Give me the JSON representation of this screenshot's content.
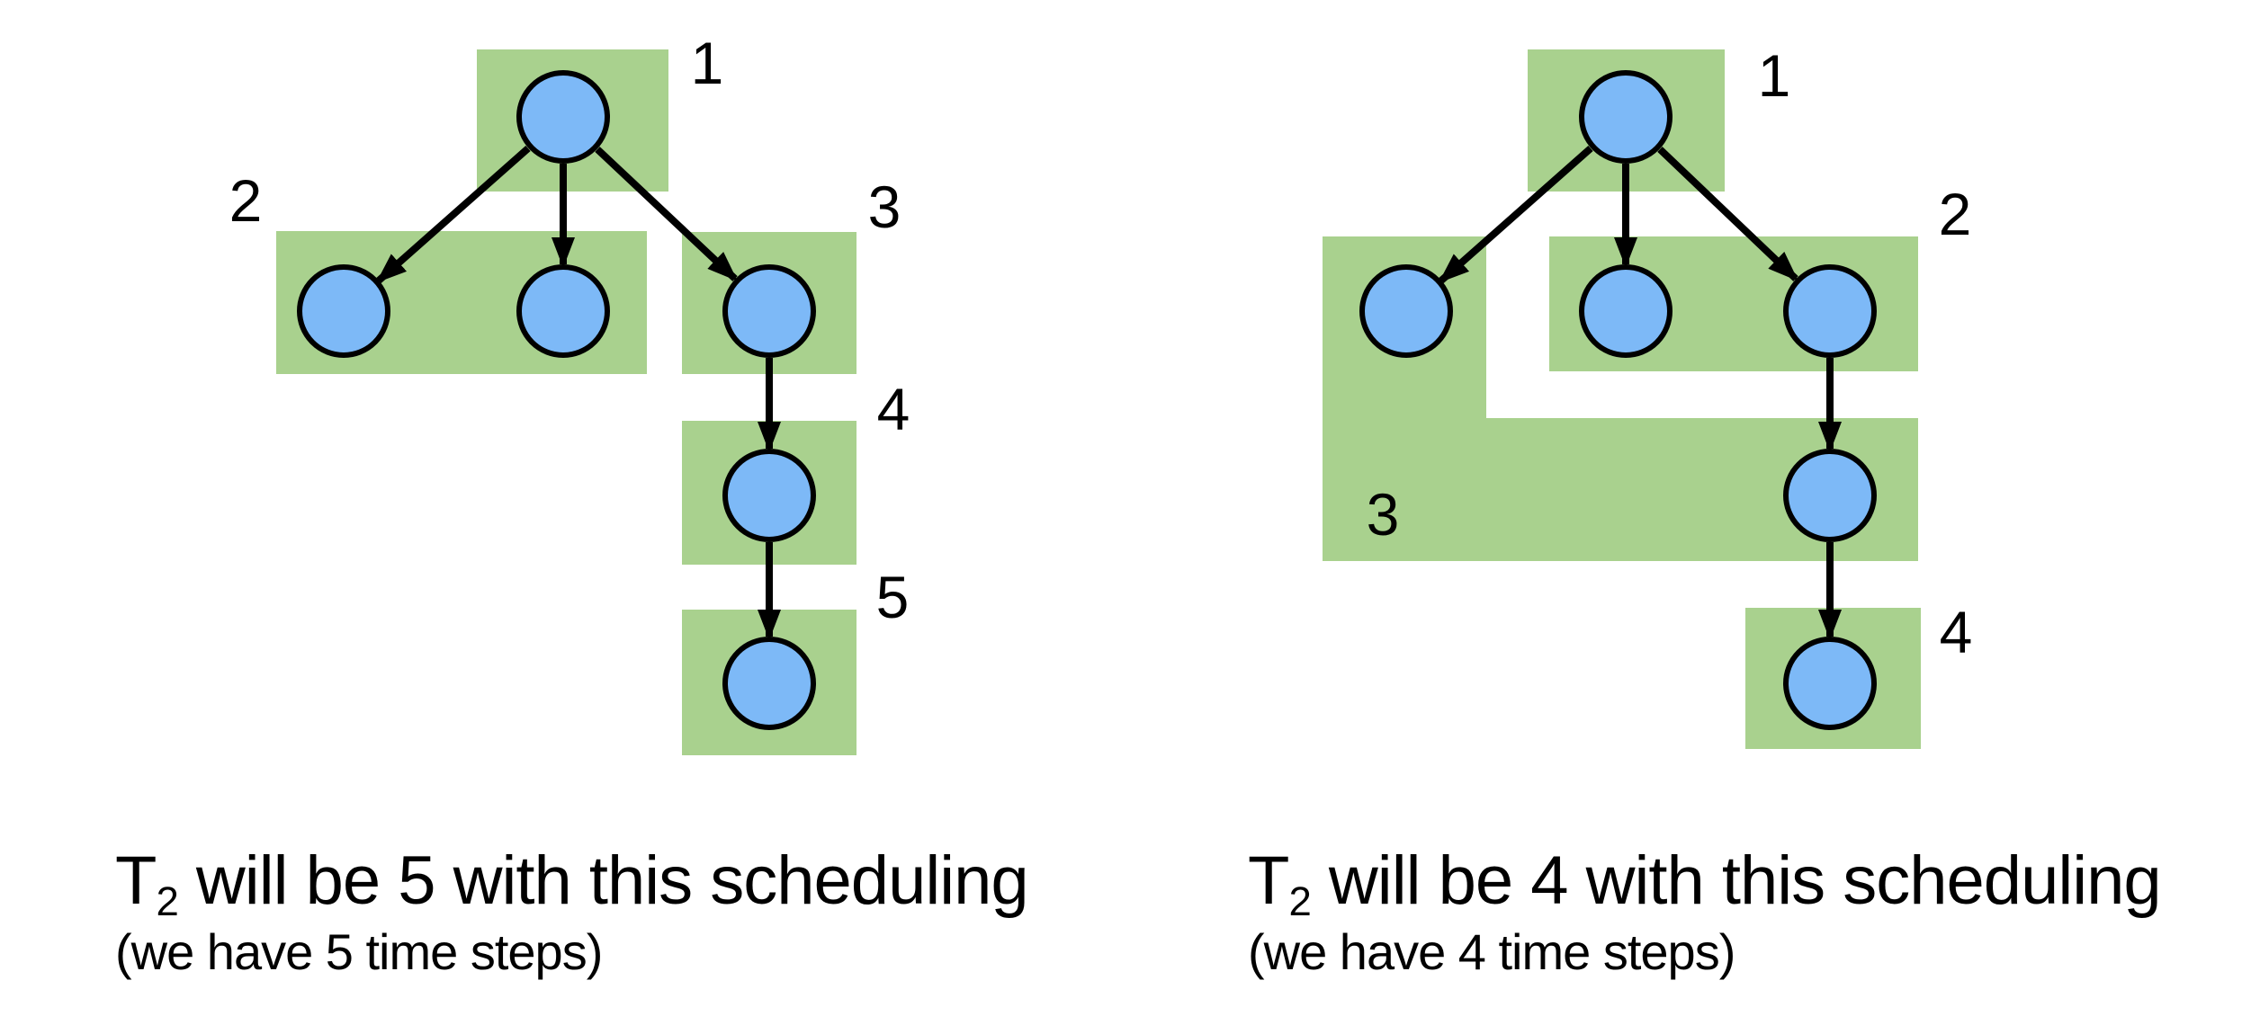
{
  "colors": {
    "region_green": "#A9D18E",
    "node_blue": "#7DB9F7",
    "outline_black": "#000000",
    "background": "#FFFFFF"
  },
  "left_diagram": {
    "step_labels": [
      "1",
      "2",
      "3",
      "4",
      "5"
    ],
    "caption": {
      "term": "T",
      "term_subscript": "2",
      "statement": "will be 5 with this scheduling",
      "note": "(we have 5 time steps)"
    }
  },
  "right_diagram": {
    "step_labels": [
      "1",
      "2",
      "3",
      "4"
    ],
    "caption": {
      "term": "T",
      "term_subscript": "2",
      "statement": "will be 4 with this scheduling",
      "note": "(we have 4 time steps)"
    }
  }
}
